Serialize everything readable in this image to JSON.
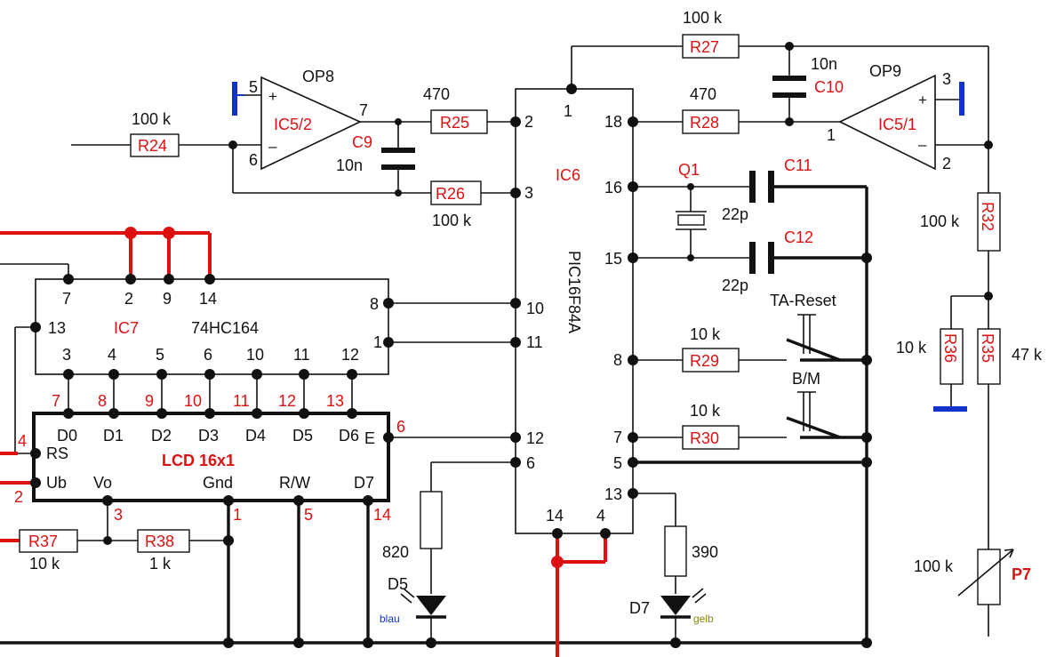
{
  "diagram": {
    "colors": {
      "wire": "#111111",
      "highlight": "#dd1111",
      "ground": "#1133cc",
      "label_red": "#dd1111",
      "led_blue_label": "#1133cc",
      "led_yellow_label": "#888811"
    },
    "ics": {
      "ic6": {
        "ref": "IC6",
        "type": "PIC16F84A",
        "pins": [
          "2",
          "3",
          "10",
          "11",
          "12",
          "6",
          "14",
          "4",
          "1",
          "18",
          "16",
          "15",
          "8",
          "7",
          "5",
          "13"
        ]
      },
      "ic7": {
        "ref": "IC7",
        "type": "74HC164",
        "pins_top": [
          "7",
          "2",
          "9",
          "14"
        ],
        "pins_bottom": [
          "3",
          "4",
          "5",
          "6",
          "10",
          "11",
          "12"
        ],
        "pin_left": "13",
        "pins_right": [
          "8",
          "1"
        ]
      },
      "lcd": {
        "name": "LCD 16x1",
        "data_labels": [
          "D0",
          "D1",
          "D2",
          "D3",
          "D4",
          "D5",
          "D6"
        ],
        "data_pins": [
          "7",
          "8",
          "9",
          "10",
          "11",
          "12",
          "13"
        ],
        "e_label": "E",
        "e_pin": "6",
        "rs_label": "RS",
        "rs_pin": "4",
        "ub_label": "Ub",
        "ub_pin": "2",
        "vo_label": "Vo",
        "vo_pin": "3",
        "gnd_label": "Gnd",
        "gnd_pin": "1",
        "rw_label": "R/W",
        "rw_pin": "5",
        "d7_label": "D7",
        "d7_pin": "14"
      }
    },
    "opamps": {
      "op8": {
        "name": "OP8",
        "ref": "IC5/2",
        "pin_plus": "5",
        "pin_minus": "6",
        "pin_out": "7",
        "plus_sign": "+",
        "minus_sign": "–"
      },
      "op9": {
        "name": "OP9",
        "ref": "IC5/1",
        "pin_plus": "3",
        "pin_minus": "2",
        "pin_out": "1",
        "plus_sign": "+",
        "minus_sign": "–"
      }
    },
    "resistors": {
      "r24": {
        "ref": "R24",
        "value": "100 k"
      },
      "r25": {
        "ref": "R25",
        "value": "470"
      },
      "r26": {
        "ref": "R26",
        "value": "100 k"
      },
      "r27": {
        "ref": "R27",
        "value": "100 k"
      },
      "r28": {
        "ref": "R28",
        "value": "470"
      },
      "r29": {
        "ref": "R29",
        "value": "10 k"
      },
      "r30": {
        "ref": "R30",
        "value": "10 k"
      },
      "r32": {
        "ref": "R32",
        "value": "100 k"
      },
      "r35": {
        "ref": "R35",
        "value": "47 k"
      },
      "r36": {
        "ref": "R36",
        "value": "10 k"
      },
      "r37": {
        "ref": "R37",
        "value": "10 k"
      },
      "r38": {
        "ref": "R38",
        "value": "1 k"
      },
      "r_led_d5": {
        "value": "820"
      },
      "r_led_d7": {
        "value": "390"
      },
      "p7": {
        "ref": "P7",
        "value": "100 k"
      }
    },
    "capacitors": {
      "c9": {
        "ref": "C9",
        "value": "10n"
      },
      "c10": {
        "ref": "C10",
        "value": "10n"
      },
      "c11": {
        "ref": "C11",
        "value": "22p"
      },
      "c12": {
        "ref": "C12",
        "value": "22p"
      }
    },
    "crystal": {
      "ref": "Q1"
    },
    "switches": {
      "reset": "TA-Reset",
      "mode": "B/M"
    },
    "leds": {
      "d5": {
        "ref": "D5",
        "color_label": "blau"
      },
      "d7": {
        "ref": "D7",
        "color_label": "gelb"
      }
    }
  }
}
